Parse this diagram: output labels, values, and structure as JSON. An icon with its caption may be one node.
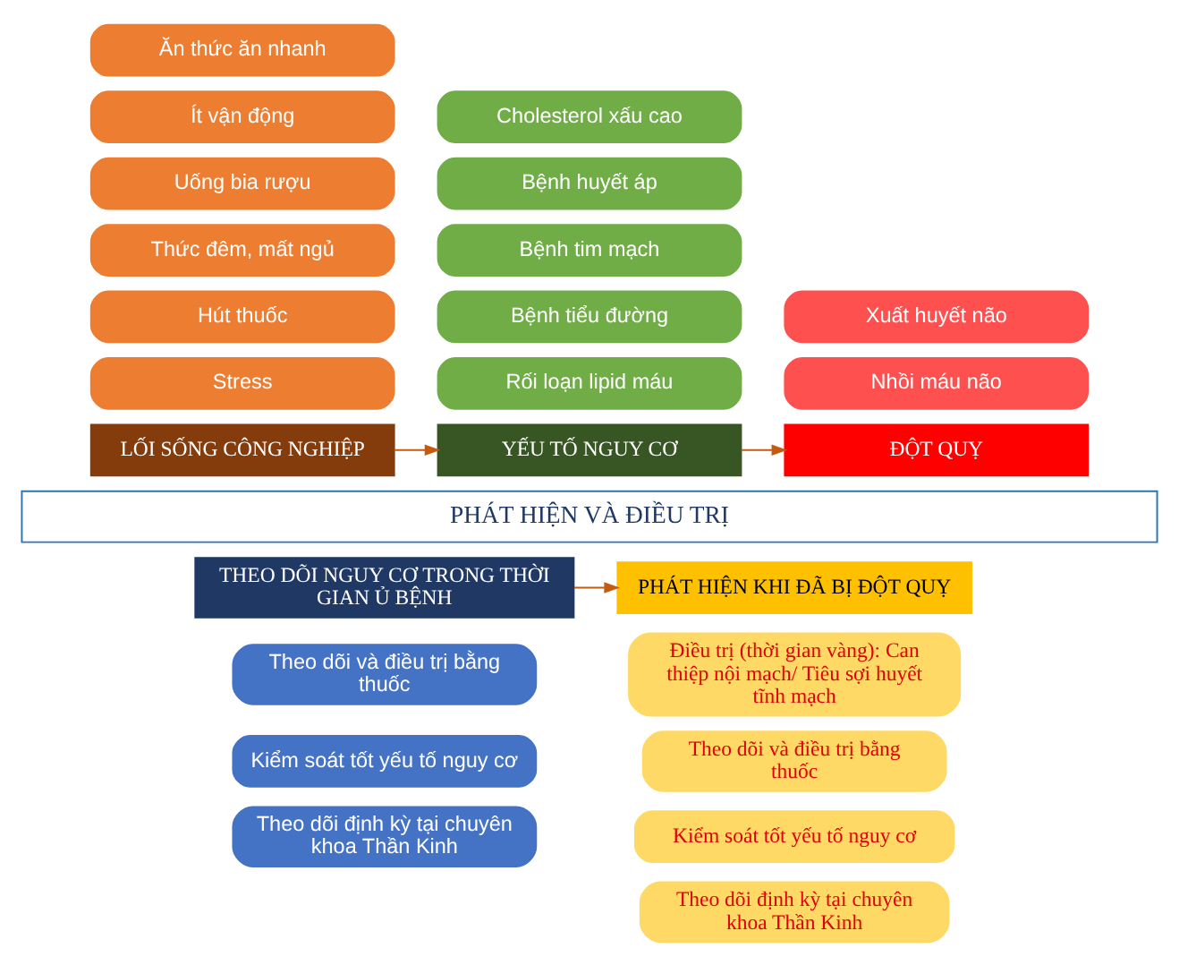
{
  "diagram": {
    "nodes": [
      {
        "text": [
          "Ăn thức ăn nhanh"
        ]
      },
      {
        "text": [
          "Ít vận động"
        ]
      },
      {
        "text": [
          "Uống bia rượu"
        ]
      },
      {
        "text": [
          "Thức đêm, mất ngủ"
        ]
      },
      {
        "text": [
          "Hút thuốc"
        ]
      },
      {
        "text": [
          "Stress"
        ]
      },
      {
        "text": [
          "LỐI SỐNG CÔNG NGHIỆP"
        ]
      },
      {
        "text": [
          "Cholesterol xấu cao"
        ]
      },
      {
        "text": [
          "Bệnh huyết áp"
        ]
      },
      {
        "text": [
          "Bệnh tim mạch"
        ]
      },
      {
        "text": [
          "Bệnh tiểu đường"
        ]
      },
      {
        "text": [
          "Rối loạn lipid máu"
        ]
      },
      {
        "text": [
          "YẾU TỐ NGUY CƠ"
        ]
      },
      {
        "text": [
          "Xuất huyết não"
        ]
      },
      {
        "text": [
          "Nhồi máu não"
        ]
      },
      {
        "text": [
          "ĐỘT QUỴ"
        ]
      },
      {
        "text": [
          "PHÁT HIỆN VÀ ĐIỀU TRỊ"
        ]
      },
      {
        "text": [
          "THEO DÕI NGUY CƠ TRONG THỜI GIAN Ủ BỆNH"
        ]
      },
      {
        "text": [
          "Theo dõi và điều trị bằng thuốc"
        ]
      },
      {
        "text": [
          "Kiểm soát tốt yếu tố nguy cơ"
        ]
      },
      {
        "text": [
          "Theo dõi định kỳ tại chuyên khoa Thần Kinh"
        ]
      },
      {
        "text": [
          "PHÁT HIỆN KHI ĐÃ BỊ ĐỘT QUỴ"
        ]
      },
      {
        "text": [
          "Điều trị (thời gian vàng): Can thiệp nội mạch/ Tiêu sợi huyết tĩnh mạch"
        ]
      },
      {
        "text": [
          "Theo dõi và điều trị bằng thuốc"
        ]
      },
      {
        "text": [
          "Kiểm soát tốt yếu tố nguy cơ"
        ]
      },
      {
        "text": [
          "Theo dõi định kỳ tại chuyên khoa Thần Kinh"
        ]
      }
    ],
    "edges": [
      {
        "from": 6,
        "to": 12,
        "arrow": "to"
      },
      {
        "from": 12,
        "to": 15,
        "arrow": "to"
      },
      {
        "from": 17,
        "to": 21,
        "arrow": "to"
      }
    ]
  }
}
